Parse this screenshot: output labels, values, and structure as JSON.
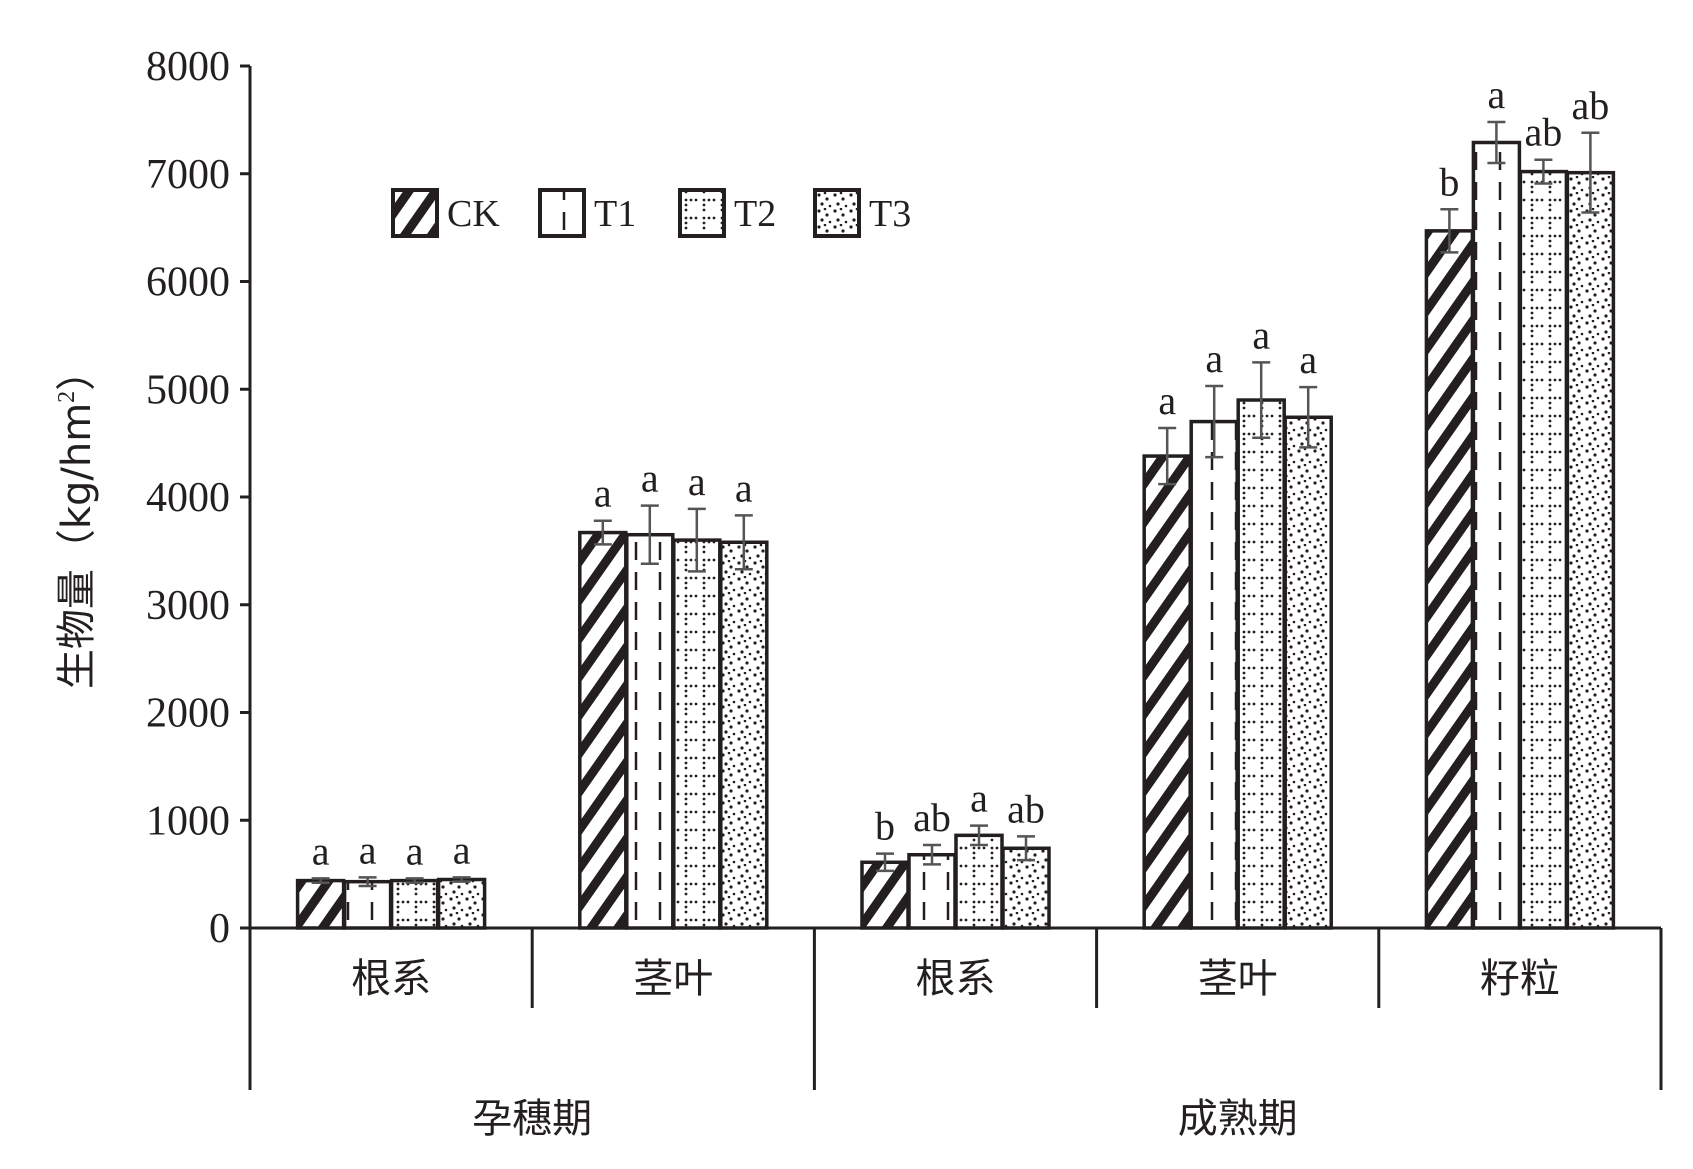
{
  "chart_data": {
    "type": "bar",
    "ylabel_prefix": "生物量（kg/hm",
    "ylabel_sup": "2",
    "ylabel_suffix": "）",
    "ylim": [
      0,
      8000
    ],
    "yticks": [
      0,
      1000,
      2000,
      3000,
      4000,
      5000,
      6000,
      7000,
      8000
    ],
    "groups": [
      {
        "label": "孕穗期",
        "categories": [
          "根系",
          "茎叶"
        ]
      },
      {
        "label": "成熟期",
        "categories": [
          "根系",
          "茎叶",
          "籽粒"
        ]
      }
    ],
    "categories": [
      "根系",
      "茎叶",
      "根系",
      "茎叶",
      "籽粒"
    ],
    "series": [
      {
        "name": "CK",
        "pattern": "diagonal",
        "values": [
          440,
          3670,
          610,
          4380,
          6470
        ],
        "errors": [
          20,
          110,
          80,
          260,
          200
        ],
        "sig": [
          "a",
          "a",
          "b",
          "a",
          "b"
        ]
      },
      {
        "name": "T1",
        "pattern": "dashed-vertical",
        "values": [
          430,
          3650,
          680,
          4700,
          7290
        ],
        "errors": [
          40,
          270,
          90,
          330,
          190
        ],
        "sig": [
          "a",
          "a",
          "ab",
          "a",
          "a"
        ]
      },
      {
        "name": "T2",
        "pattern": "dotted-grid",
        "values": [
          440,
          3600,
          860,
          4900,
          7020
        ],
        "errors": [
          20,
          290,
          90,
          350,
          110
        ],
        "sig": [
          "a",
          "a",
          "a",
          "a",
          "ab"
        ]
      },
      {
        "name": "T3",
        "pattern": "stipple",
        "values": [
          450,
          3580,
          740,
          4740,
          7010
        ],
        "errors": [
          20,
          250,
          110,
          280,
          370
        ],
        "sig": [
          "a",
          "a",
          "ab",
          "a",
          "ab"
        ]
      }
    ],
    "legend_position": "top-left",
    "grid": false
  }
}
